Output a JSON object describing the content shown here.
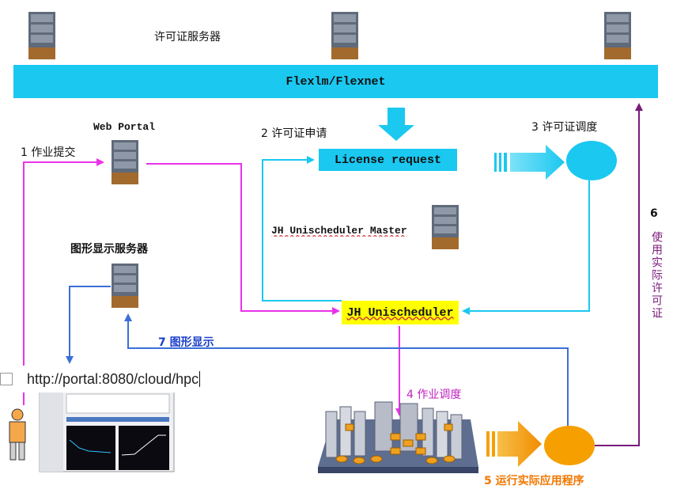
{
  "top": {
    "license_server_label": "许可证服务器",
    "flexlm_bar": "Flexlm/Flexnet"
  },
  "steps": {
    "step1": "1 作业提交",
    "step2": "2 许可证申请",
    "step3": "3 许可证调度",
    "step4": "4  作业调度",
    "step5": "5 运行实际应用程序",
    "step6_num": "6",
    "step6_text": "使用实际许可证",
    "step7": "7  图形显示"
  },
  "nodes": {
    "web_portal": "Web Portal",
    "graphic_server": "图形显示服务器",
    "license_request": "License request",
    "jh_master": "JH Unischeduler Master",
    "jh_unischeduler": "JH Unischeduler",
    "url": "http://portal:8080/cloud/hpc"
  },
  "colors": {
    "cyan": "#1ac8f0",
    "magenta": "#e933e9",
    "blue": "#3b6fd8",
    "purple": "#7a1a7a",
    "orange": "#f5a000",
    "yellow": "#ffff00"
  }
}
